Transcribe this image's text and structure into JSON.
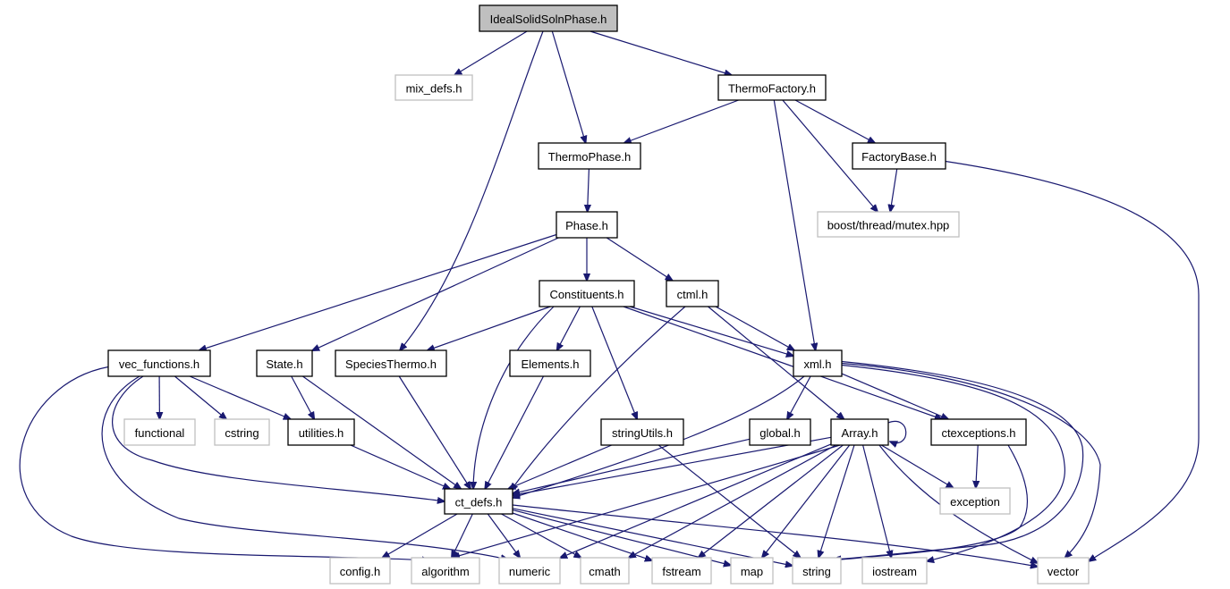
{
  "title": "IdealSolidSolnPhase.h",
  "colors": {
    "edge": "#191970",
    "root_fill": "#bfbfbf",
    "external_border": "#bfbfbf",
    "internal_border": "#000000"
  },
  "nodes": [
    {
      "id": "IdealSolidSolnPhase",
      "label": "IdealSolidSolnPhase.h",
      "kind": "root"
    },
    {
      "id": "mix_defs",
      "label": "mix_defs.h",
      "kind": "external"
    },
    {
      "id": "ThermoFactory",
      "label": "ThermoFactory.h",
      "kind": "internal"
    },
    {
      "id": "ThermoPhase",
      "label": "ThermoPhase.h",
      "kind": "internal"
    },
    {
      "id": "FactoryBase",
      "label": "FactoryBase.h",
      "kind": "internal"
    },
    {
      "id": "mutex",
      "label": "boost/thread/mutex.hpp",
      "kind": "external"
    },
    {
      "id": "Phase",
      "label": "Phase.h",
      "kind": "internal"
    },
    {
      "id": "Constituents",
      "label": "Constituents.h",
      "kind": "internal"
    },
    {
      "id": "ctml",
      "label": "ctml.h",
      "kind": "internal"
    },
    {
      "id": "vec_functions",
      "label": "vec_functions.h",
      "kind": "internal"
    },
    {
      "id": "State",
      "label": "State.h",
      "kind": "internal"
    },
    {
      "id": "SpeciesThermo",
      "label": "SpeciesThermo.h",
      "kind": "internal"
    },
    {
      "id": "Elements",
      "label": "Elements.h",
      "kind": "internal"
    },
    {
      "id": "xml",
      "label": "xml.h",
      "kind": "internal"
    },
    {
      "id": "functional",
      "label": "functional",
      "kind": "external"
    },
    {
      "id": "cstring",
      "label": "cstring",
      "kind": "external"
    },
    {
      "id": "utilities",
      "label": "utilities.h",
      "kind": "internal"
    },
    {
      "id": "stringUtils",
      "label": "stringUtils.h",
      "kind": "internal"
    },
    {
      "id": "global",
      "label": "global.h",
      "kind": "internal"
    },
    {
      "id": "Array",
      "label": "Array.h",
      "kind": "internal"
    },
    {
      "id": "ctexceptions",
      "label": "ctexceptions.h",
      "kind": "internal"
    },
    {
      "id": "ct_defs",
      "label": "ct_defs.h",
      "kind": "internal"
    },
    {
      "id": "exception",
      "label": "exception",
      "kind": "external"
    },
    {
      "id": "config",
      "label": "config.h",
      "kind": "external"
    },
    {
      "id": "algorithm",
      "label": "algorithm",
      "kind": "external"
    },
    {
      "id": "numeric",
      "label": "numeric",
      "kind": "external"
    },
    {
      "id": "cmath",
      "label": "cmath",
      "kind": "external"
    },
    {
      "id": "fstream",
      "label": "fstream",
      "kind": "external"
    },
    {
      "id": "map",
      "label": "map",
      "kind": "external"
    },
    {
      "id": "string",
      "label": "string",
      "kind": "external"
    },
    {
      "id": "iostream",
      "label": "iostream",
      "kind": "external"
    },
    {
      "id": "vector",
      "label": "vector",
      "kind": "external"
    }
  ],
  "edges": [
    [
      "IdealSolidSolnPhase",
      "mix_defs"
    ],
    [
      "IdealSolidSolnPhase",
      "ThermoFactory"
    ],
    [
      "IdealSolidSolnPhase",
      "ThermoPhase"
    ],
    [
      "IdealSolidSolnPhase",
      "SpeciesThermo"
    ],
    [
      "ThermoFactory",
      "ThermoPhase"
    ],
    [
      "ThermoFactory",
      "FactoryBase"
    ],
    [
      "ThermoFactory",
      "mutex"
    ],
    [
      "ThermoFactory",
      "xml"
    ],
    [
      "FactoryBase",
      "mutex"
    ],
    [
      "FactoryBase",
      "vector"
    ],
    [
      "ThermoPhase",
      "Phase"
    ],
    [
      "Phase",
      "vec_functions"
    ],
    [
      "Phase",
      "State"
    ],
    [
      "Phase",
      "Constituents"
    ],
    [
      "Phase",
      "ctml"
    ],
    [
      "Constituents",
      "SpeciesThermo"
    ],
    [
      "Constituents",
      "Elements"
    ],
    [
      "Constituents",
      "stringUtils"
    ],
    [
      "Constituents",
      "xml"
    ],
    [
      "Constituents",
      "ctexceptions"
    ],
    [
      "Constituents",
      "ct_defs"
    ],
    [
      "ctml",
      "xml"
    ],
    [
      "ctml",
      "Array"
    ],
    [
      "ctml",
      "ct_defs"
    ],
    [
      "vec_functions",
      "functional"
    ],
    [
      "vec_functions",
      "cstring"
    ],
    [
      "vec_functions",
      "utilities"
    ],
    [
      "vec_functions",
      "ct_defs"
    ],
    [
      "vec_functions",
      "algorithm"
    ],
    [
      "vec_functions",
      "numeric"
    ],
    [
      "State",
      "utilities"
    ],
    [
      "State",
      "ct_defs"
    ],
    [
      "SpeciesThermo",
      "ct_defs"
    ],
    [
      "Elements",
      "ct_defs"
    ],
    [
      "utilities",
      "ct_defs"
    ],
    [
      "xml",
      "global"
    ],
    [
      "xml",
      "ct_defs"
    ],
    [
      "xml",
      "ctexceptions"
    ],
    [
      "xml",
      "string"
    ],
    [
      "xml",
      "vector"
    ],
    [
      "xml",
      "iostream"
    ],
    [
      "stringUtils",
      "ct_defs"
    ],
    [
      "stringUtils",
      "string"
    ],
    [
      "global",
      "ct_defs"
    ],
    [
      "Array",
      "Array"
    ],
    [
      "Array",
      "ct_defs"
    ],
    [
      "Array",
      "exception"
    ],
    [
      "Array",
      "algorithm"
    ],
    [
      "Array",
      "numeric"
    ],
    [
      "Array",
      "cmath"
    ],
    [
      "Array",
      "fstream"
    ],
    [
      "Array",
      "map"
    ],
    [
      "Array",
      "string"
    ],
    [
      "Array",
      "iostream"
    ],
    [
      "Array",
      "vector"
    ],
    [
      "ctexceptions",
      "exception"
    ],
    [
      "ctexceptions",
      "string"
    ],
    [
      "ct_defs",
      "config"
    ],
    [
      "ct_defs",
      "algorithm"
    ],
    [
      "ct_defs",
      "numeric"
    ],
    [
      "ct_defs",
      "cmath"
    ],
    [
      "ct_defs",
      "fstream"
    ],
    [
      "ct_defs",
      "map"
    ],
    [
      "ct_defs",
      "string"
    ],
    [
      "ct_defs",
      "vector"
    ]
  ]
}
